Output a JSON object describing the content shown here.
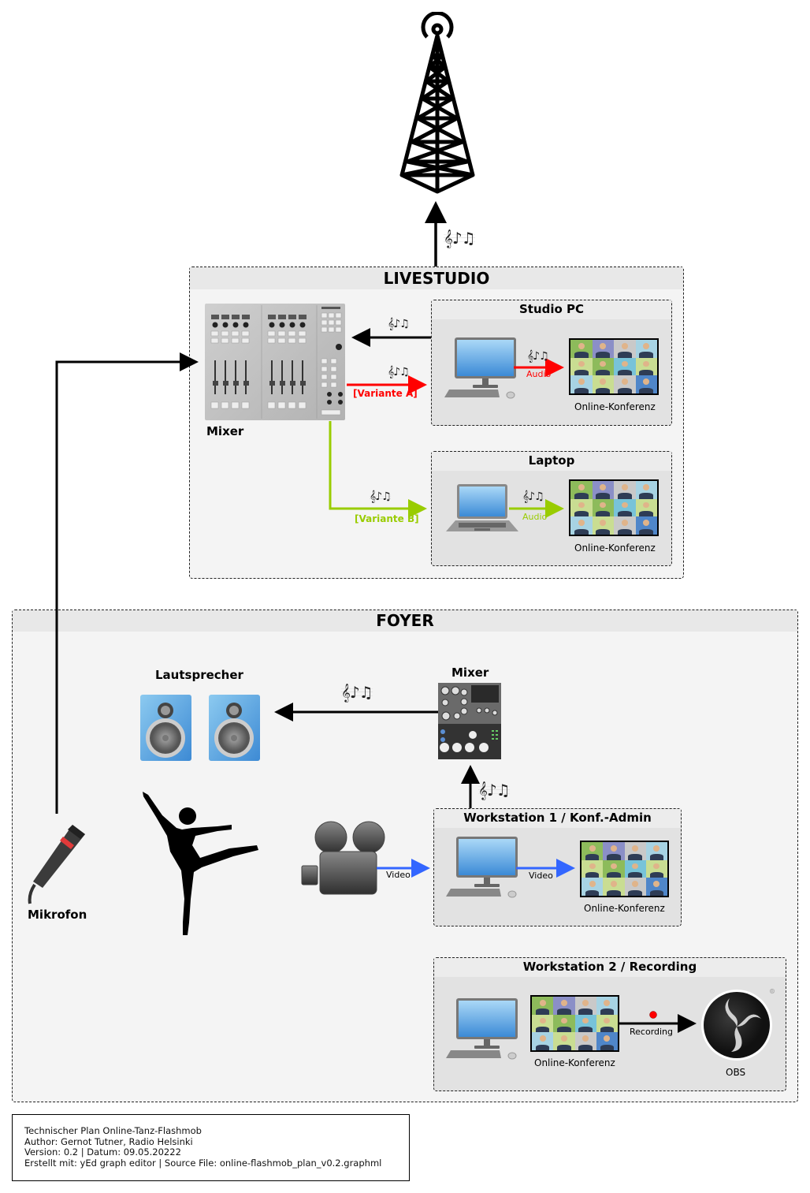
{
  "title_block": {
    "lines": [
      "Technischer Plan Online-Tanz-Flashmob",
      "Author: Gernot Tutner, Radio Helsinki",
      "Version: 0.2 | Datum: 09.05.20222",
      "Erstellt mit: yEd graph editor | Source File: online-flashmob_plan_v0.2.graphml"
    ]
  },
  "livestudio": {
    "title": "LIVESTUDIO",
    "mixer_label": "Mixer",
    "studio_pc": {
      "title": "Studio PC",
      "conference_label": "Online-Konferenz",
      "edge_label": "Audio"
    },
    "laptop": {
      "title": "Laptop",
      "conference_label": "Online-Konferenz",
      "edge_label": "Audio"
    },
    "variant_a_label": "[Variante A]",
    "variant_b_label": "[Variante B]"
  },
  "foyer": {
    "title": "FOYER",
    "speakers_label": "Lautsprecher",
    "mixer_label": "Mixer",
    "microphone_label": "Mikrofon",
    "camera_edge_label": "Video",
    "workstation1": {
      "title": "Workstation 1 / Konf.-Admin",
      "edge_label": "Video",
      "conference_label": "Online-Konferenz"
    },
    "workstation2": {
      "title": "Workstation 2 / Recording",
      "conference_label": "Online-Konferenz",
      "edge_label": "Recording",
      "obs_label": "OBS"
    }
  },
  "icons": {
    "notes_glyph": "𝄞♪♫",
    "transmitter": "radio-tower-icon"
  },
  "colors": {
    "edge_default": "#000000",
    "variant_a": "#ff0000",
    "variant_b": "#99cc00",
    "video": "#3366ff",
    "recording_dot": "#ff0000",
    "group_bg": "#f4f4f4",
    "subgroup_bg": "#e2e2e2"
  }
}
